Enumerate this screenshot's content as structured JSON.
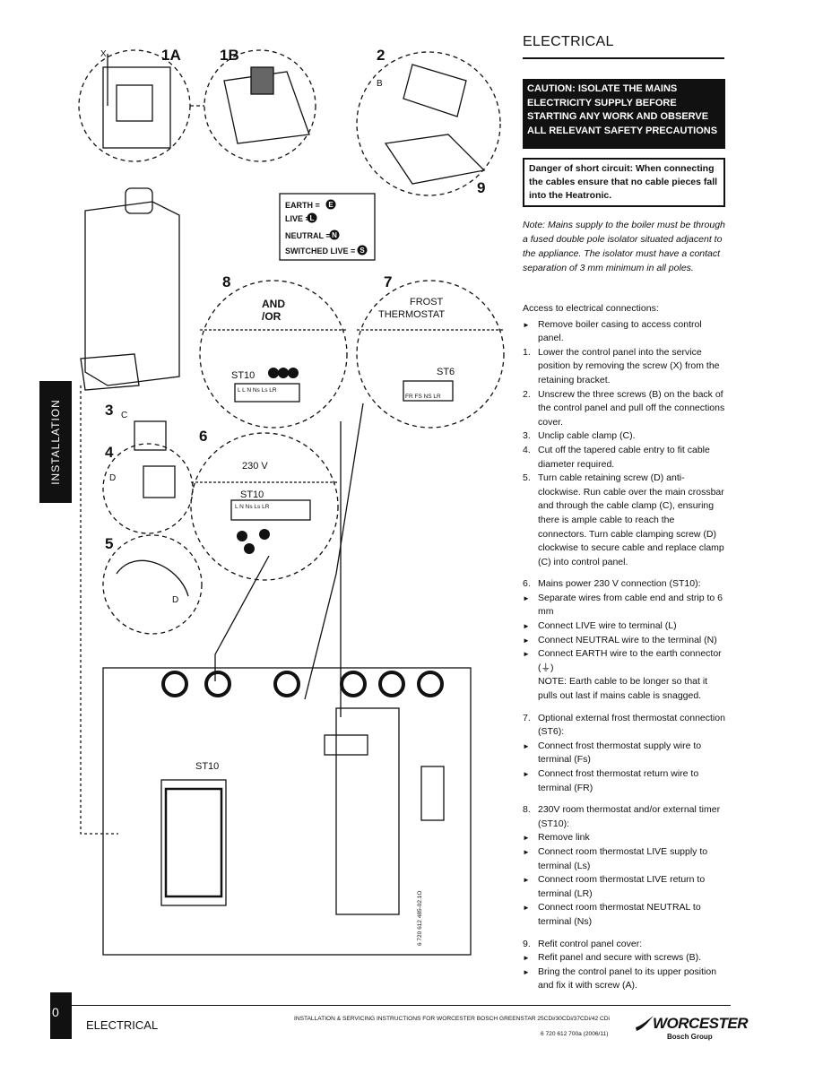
{
  "header": {
    "title": "ELECTRICAL"
  },
  "caution": "CAUTION: ISOLATE THE MAINS ELECTRICITY SUPPLY BEFORE STARTING ANY WORK AND OBSERVE ALL RELEVANT SAFETY PRECAUTIONS",
  "danger": "Danger of short circuit: When connecting the cables ensure that no cable pieces fall into the Heatronic.",
  "note": "Note: Mains supply to the boiler must be through a fused double pole isolator situated adjacent to the appliance. The isolator must have a contact separation of 3 mm minimum in all poles.",
  "steps": {
    "intro": "Access to electrical connections:",
    "s0": "Remove boiler casing to access control panel.",
    "s1": "Lower the control panel into the service position by removing the screw (X) from the retaining bracket.",
    "s2": "Unscrew the three screws (B) on the back of the control panel and pull off the connections cover.",
    "s3": "Unclip cable clamp (C).",
    "s4": "Cut off the tapered cable entry to fit cable diameter required.",
    "s5": "Turn cable retaining screw (D) anti-clockwise. Run cable over the main crossbar and through the cable clamp (C), ensuring there is ample cable to reach the connectors. Turn cable clamping screw (D) clockwise to secure cable and replace clamp (C) into control panel.",
    "s6": "Mains power 230 V connection (ST10):",
    "s6a": "Separate wires from cable end and strip to 6 mm",
    "s6b": "Connect LIVE wire to terminal (L)",
    "s6c": "Connect NEUTRAL wire to the terminal (N)",
    "s6d": "Connect EARTH wire to the earth connector (⏚)",
    "s6note": "NOTE: Earth cable to be longer so that it pulls out last if mains cable is snagged.",
    "s7": "Optional external frost thermostat connection (ST6):",
    "s7a": "Connect frost thermostat supply wire to terminal (Fs)",
    "s7b": "Connect frost thermostat return wire to terminal (FR)",
    "s8": "230V room thermostat and/or external timer (ST10):",
    "s8a": "Remove link",
    "s8b": "Connect room thermostat LIVE supply to terminal (Ls)",
    "s8c": "Connect room thermostat LIVE return to terminal (LR)",
    "s8d": "Connect room thermostat NEUTRAL to terminal (Ns)",
    "s9": "Refit control panel cover:",
    "s9a": "Refit panel and secure with screws (B).",
    "s9b": "Bring the control panel to its upper position and fix it with screw (A)."
  },
  "numbers": {
    "n1": "1.",
    "n2": "2.",
    "n3": "3.",
    "n4": "4.",
    "n5": "5.",
    "n6": "6.",
    "n7": "7.",
    "n8": "8.",
    "n9": "9."
  },
  "side_tab": "INSTALLATION",
  "diagram": {
    "l1a": "1A",
    "l1b": "1B",
    "l2": "2",
    "l3": "3",
    "l4": "4",
    "l5": "5",
    "l6": "6",
    "l7": "7",
    "l8": "8",
    "l9": "9",
    "x": "X",
    "b": "B",
    "c": "C",
    "d": "D",
    "legend_earth": "EARTH =",
    "legend_live": "LIVE =",
    "legend_neutral": "NEUTRAL =",
    "legend_switched": "SWITCHED LIVE =",
    "e": "E",
    "li": "L",
    "n": "N",
    "s": "S",
    "and": "AND",
    "or": "/OR",
    "frost": "FROST",
    "thermostat": "THERMOSTAT",
    "st10": "ST10",
    "st6": "ST6",
    "v230": "230 V",
    "st10_terms": "L  L  N  Ns Ls LR",
    "st10_terms6": "L      N  Ns Ls LR",
    "st6_terms": "FR FS NS LR",
    "part_no": "6 720 612 485-02.1O"
  },
  "footer": {
    "page": "0",
    "title": "ELECTRICAL",
    "text": "INSTALLATION & SERVICING INSTRUCTIONS FOR WORCESTER BOSCH GREENSTAR 25CDi/30CDi/37CDi/42 CDi",
    "code": "6 720 612 700a (2006/11)",
    "brand": "WORCESTER",
    "group": "Bosch Group"
  }
}
